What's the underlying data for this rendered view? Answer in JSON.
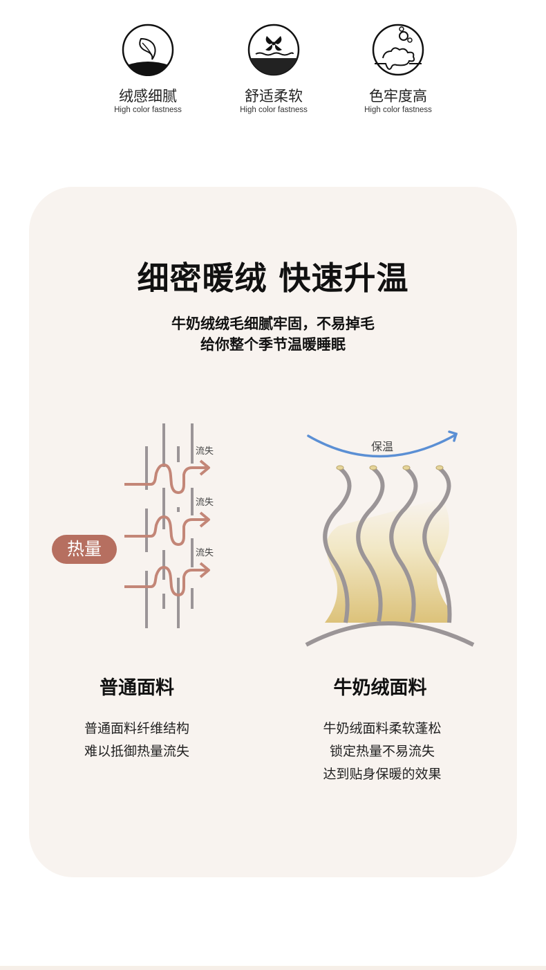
{
  "features": [
    {
      "icon": "leaf-icon",
      "title": "绒感细腻",
      "subtitle": "High color fastness"
    },
    {
      "icon": "fan-icon",
      "title": "舒适柔软",
      "subtitle": "High color fastness"
    },
    {
      "icon": "bubble-icon",
      "title": "色牢度高",
      "subtitle": "High color fastness"
    }
  ],
  "main": {
    "title": "细密暖绒 快速升温",
    "subtitle_lines": [
      "牛奶绒绒毛细腻牢固，不易掉毛",
      "给你整个季节温暖睡眠"
    ]
  },
  "left": {
    "badge": "热量",
    "loss_labels": [
      "流失",
      "流失",
      "流失"
    ],
    "title": "普通面料",
    "desc": [
      "普通面料纤维结构",
      "难以抵御热量流失"
    ]
  },
  "right": {
    "arc_label": "保温",
    "title": "牛奶绒面料",
    "desc": [
      "牛奶绒面料柔软蓬松",
      "锁定热量不易流失",
      "达到贴身保暖的效果"
    ]
  },
  "colors": {
    "card": "#f8f3ef",
    "heat": "#b66f60",
    "arrow": "#c38677",
    "fiber": "#9b9597",
    "warm_arc": "#5b8fd4",
    "fill": "#e0c77e"
  }
}
